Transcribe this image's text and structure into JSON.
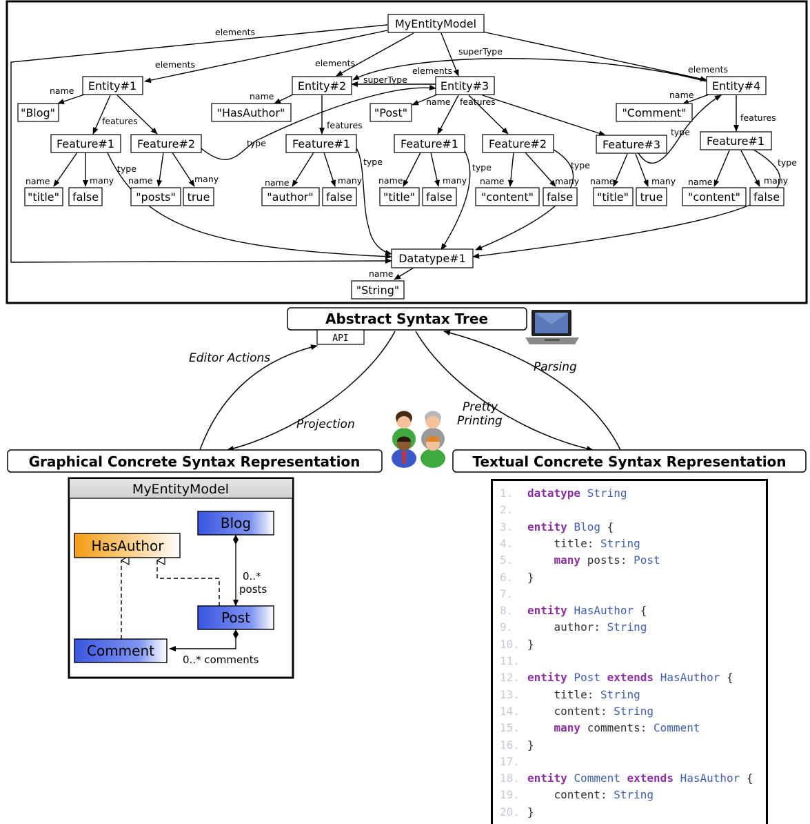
{
  "ast": {
    "root": "MyEntityModel",
    "entities": [
      "Entity#1",
      "Entity#2",
      "Entity#3",
      "Entity#4"
    ],
    "entity_names": [
      "\"Blog\"",
      "\"HasAuthor\"",
      "\"Post\"",
      "\"Comment\""
    ],
    "features": {
      "e1": [
        "Feature#1",
        "Feature#2"
      ],
      "e2": [
        "Feature#1"
      ],
      "e3": [
        "Feature#1",
        "Feature#2",
        "Feature#3"
      ],
      "e4": [
        "Feature#1"
      ]
    },
    "feature_values": {
      "e1f1": [
        "\"title\"",
        "false"
      ],
      "e1f2": [
        "\"posts\"",
        "true"
      ],
      "e2f1": [
        "\"author\"",
        "false"
      ],
      "e3f1": [
        "\"title\"",
        "false"
      ],
      "e3f2": [
        "\"content\"",
        "false"
      ],
      "e3f3": [
        "\"title\"",
        "true"
      ],
      "e4f1": [
        "\"content\"",
        "false"
      ]
    },
    "datatype": "Datatype#1",
    "datatype_name": "\"String\"",
    "edge_labels": {
      "elements": "elements",
      "name": "name",
      "features": "features",
      "type": "type",
      "many": "many",
      "supertype": "superType"
    }
  },
  "middle": {
    "ast_title": "Abstract Syntax Tree",
    "api": "API",
    "editor_actions": "Editor Actions",
    "projection": "Projection",
    "pretty_printing_1": "Pretty",
    "pretty_printing_2": "Printing",
    "parsing": "Parsing",
    "graphical_title": "Graphical Concrete Syntax Representation",
    "textual_title": "Textual Concrete Syntax Representation"
  },
  "uml": {
    "title": "MyEntityModel",
    "blog": "Blog",
    "hasauthor": "HasAuthor",
    "post": "Post",
    "comment": "Comment",
    "posts_mult": "0..*",
    "posts_role": "posts",
    "comments_label": "0..* comments"
  },
  "code": [
    {
      "n": "1.",
      "parts": [
        [
          "kw",
          "datatype"
        ],
        [
          "plain",
          " "
        ],
        [
          "ty",
          "String"
        ]
      ]
    },
    {
      "n": "2.",
      "parts": []
    },
    {
      "n": "3.",
      "parts": [
        [
          "kw",
          "entity"
        ],
        [
          "plain",
          " "
        ],
        [
          "ty",
          "Blog"
        ],
        [
          "plain",
          " {"
        ]
      ]
    },
    {
      "n": "4.",
      "parts": [
        [
          "plain",
          "    title: "
        ],
        [
          "ty",
          "String"
        ]
      ]
    },
    {
      "n": "5.",
      "parts": [
        [
          "plain",
          "    "
        ],
        [
          "kw",
          "many"
        ],
        [
          "plain",
          " posts: "
        ],
        [
          "ty",
          "Post"
        ]
      ]
    },
    {
      "n": "6.",
      "parts": [
        [
          "plain",
          "}"
        ]
      ]
    },
    {
      "n": "7.",
      "parts": []
    },
    {
      "n": "8.",
      "parts": [
        [
          "kw",
          "entity"
        ],
        [
          "plain",
          " "
        ],
        [
          "ty",
          "HasAuthor"
        ],
        [
          "plain",
          " {"
        ]
      ]
    },
    {
      "n": "9.",
      "parts": [
        [
          "plain",
          "    author: "
        ],
        [
          "ty",
          "String"
        ]
      ]
    },
    {
      "n": "10.",
      "parts": [
        [
          "plain",
          "}"
        ]
      ]
    },
    {
      "n": "11.",
      "parts": []
    },
    {
      "n": "12.",
      "parts": [
        [
          "kw",
          "entity"
        ],
        [
          "plain",
          " "
        ],
        [
          "ty",
          "Post"
        ],
        [
          "plain",
          " "
        ],
        [
          "kw",
          "extends"
        ],
        [
          "plain",
          " "
        ],
        [
          "ty",
          "HasAuthor"
        ],
        [
          "plain",
          " {"
        ]
      ]
    },
    {
      "n": "13.",
      "parts": [
        [
          "plain",
          "    title: "
        ],
        [
          "ty",
          "String"
        ]
      ]
    },
    {
      "n": "14.",
      "parts": [
        [
          "plain",
          "    content: "
        ],
        [
          "ty",
          "String"
        ]
      ]
    },
    {
      "n": "15.",
      "parts": [
        [
          "plain",
          "    "
        ],
        [
          "kw",
          "many"
        ],
        [
          "plain",
          " comments: "
        ],
        [
          "ty",
          "Comment"
        ]
      ]
    },
    {
      "n": "16.",
      "parts": [
        [
          "plain",
          "}"
        ]
      ]
    },
    {
      "n": "17.",
      "parts": []
    },
    {
      "n": "18.",
      "parts": [
        [
          "kw",
          "entity"
        ],
        [
          "plain",
          " "
        ],
        [
          "ty",
          "Comment"
        ],
        [
          "plain",
          " "
        ],
        [
          "kw",
          "extends"
        ],
        [
          "plain",
          " "
        ],
        [
          "ty",
          "HasAuthor"
        ],
        [
          "plain",
          " {"
        ]
      ]
    },
    {
      "n": "19.",
      "parts": [
        [
          "plain",
          "    content: "
        ],
        [
          "ty",
          "String"
        ]
      ]
    },
    {
      "n": "20.",
      "parts": [
        [
          "plain",
          "}"
        ]
      ]
    }
  ],
  "colors": {
    "keyword": "#8a2fa0",
    "type": "#3f5faf",
    "line_number": "#c9c9d6",
    "uml_blue": "#4a66e8",
    "uml_orange": "#f5a623"
  }
}
